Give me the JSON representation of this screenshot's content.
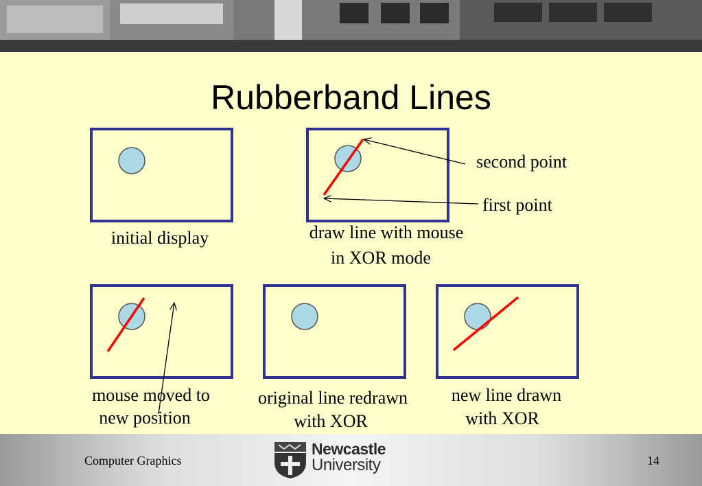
{
  "slide": {
    "title": "Rubberband Lines"
  },
  "labels": {
    "initial_display": "initial display",
    "draw_line_1": "draw line with mouse",
    "draw_line_2": "in XOR mode",
    "second_point": "second point",
    "first_point": "first point",
    "mouse_moved_1": "mouse moved to",
    "mouse_moved_2": "new position",
    "original_redrawn_1": "original line redrawn",
    "original_redrawn_2": "with XOR",
    "new_line_1": "new line drawn",
    "new_line_2": "with XOR"
  },
  "footer": {
    "course": "Computer Graphics",
    "page_number": "14",
    "logo_line1": "Newcastle",
    "logo_line2": "University"
  },
  "colors": {
    "background": "#ffffcc",
    "panel_border": "#2e3192",
    "circle_fill": "#add8e6",
    "rubber_line": "#ff0000"
  }
}
